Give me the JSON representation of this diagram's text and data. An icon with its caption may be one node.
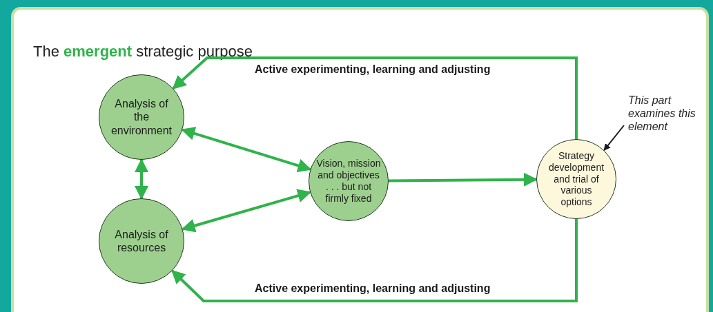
{
  "diagram": {
    "title": "The **emergent** strategic purpose",
    "nodes": [
      {
        "text": [
          "Analysis of the environment"
        ]
      },
      {
        "text": [
          "Analysis of resources"
        ]
      },
      {
        "text": [
          "Vision, mission and objectives . . . but not firmly fixed"
        ]
      },
      {
        "text": [
          "Strategy development and trial of various options"
        ]
      },
      {
        "text": [
          "This part examines this element"
        ]
      }
    ],
    "edges": [
      {
        "from": 0,
        "to": 2,
        "arrow": "both"
      },
      {
        "from": 1,
        "to": 2,
        "arrow": "both"
      },
      {
        "from": 0,
        "to": 1,
        "arrow": "both"
      },
      {
        "from": 2,
        "to": 3,
        "arrow": "to"
      },
      {
        "from": 3,
        "to": 0,
        "arrow": "to",
        "label": "Active experimenting, learning and adjusting"
      },
      {
        "from": 3,
        "to": 1,
        "arrow": "to",
        "label": "Active experimenting, learning and adjusting"
      },
      {
        "from": 4,
        "to": 3,
        "arrow": "to",
        "color": "#1a1a1a"
      }
    ]
  }
}
